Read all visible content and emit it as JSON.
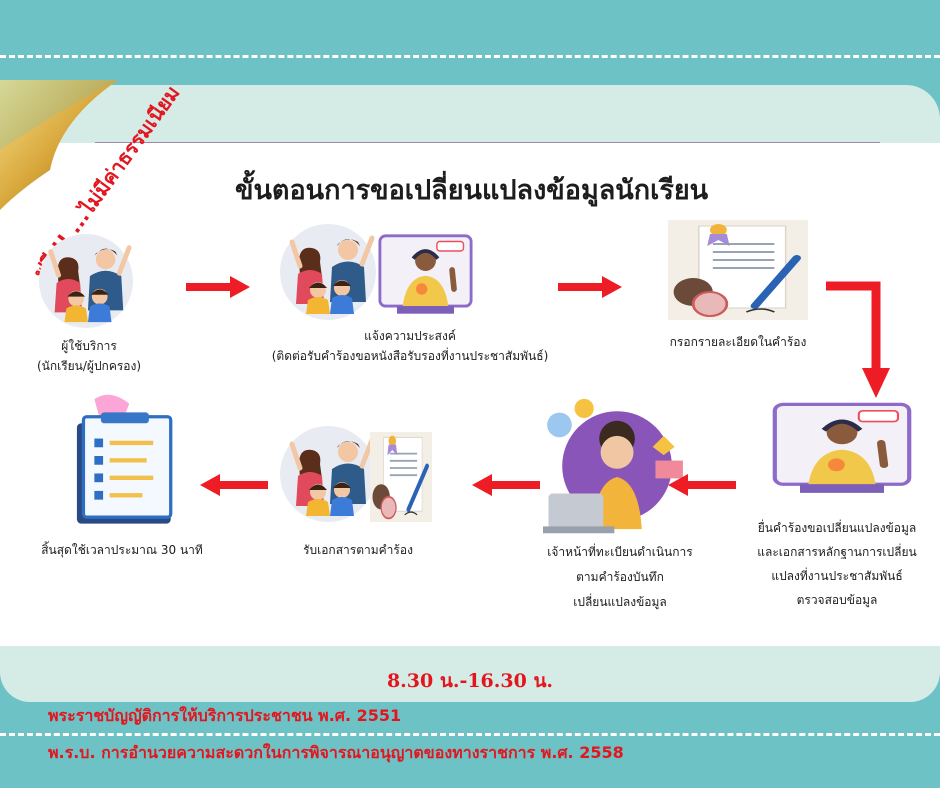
{
  "free_banner": "ฟรี !! ...ไม่มีค่าธรรมเนียม",
  "title": "ขั้นตอนการขอเปลี่ยนแปลงข้อมูลนักเรียน",
  "steps": [
    {
      "lines": [
        "ผู้ใช้บริการ",
        "(นักเรียน/ผู้ปกครอง)"
      ],
      "icon": "family-icon"
    },
    {
      "lines": [
        "แจ้งความประสงค์",
        "(ติดต่อรับคำร้องขอหนังสือรับรองที่งานประชาสัมพันธ์)"
      ],
      "icon": "family-callcenter-icon"
    },
    {
      "lines": [
        "กรอกรายละเอียดในคำร้อง"
      ],
      "icon": "document-stamp-icon"
    },
    {
      "lines": [
        "ยื่นคำร้องขอเปลี่ยนแปลงข้อมูล",
        "และเอกสารหลักฐานการเปลี่ยน",
        "แปลงที่งานประชาสัมพันธ์",
        "ตรวจสอบข้อมูล"
      ],
      "icon": "callcenter-icon"
    },
    {
      "lines": [
        "เจ้าหน้าที่ทะเบียนดำเนินการ",
        "ตามคำร้องบันทึก",
        "เปลี่ยนแปลงข้อมูล"
      ],
      "icon": "officer-phone-icon"
    },
    {
      "lines": [
        "รับเอกสารตามคำร้อง"
      ],
      "icon": "family-document-icon"
    },
    {
      "lines": [
        "สิ้นสุดใช้เวลาประมาณ 30 นาที"
      ],
      "icon": "checklist-icon"
    }
  ],
  "service_hours": "8.30 น.-16.30 น.",
  "laws": [
    "พระราชบัญญัติการให้บริการประชาชน พ.ศ. 2551",
    "พ.ร.บ. การอำนวยความสะดวกในการพิจารณาอนุญาตของทางราชการ พ.ศ. 2558"
  ],
  "colors": {
    "background": "#6cc2c4",
    "panel": "#d4ebe6",
    "accent": "#e3161f",
    "arrow": "#ee1c24"
  }
}
